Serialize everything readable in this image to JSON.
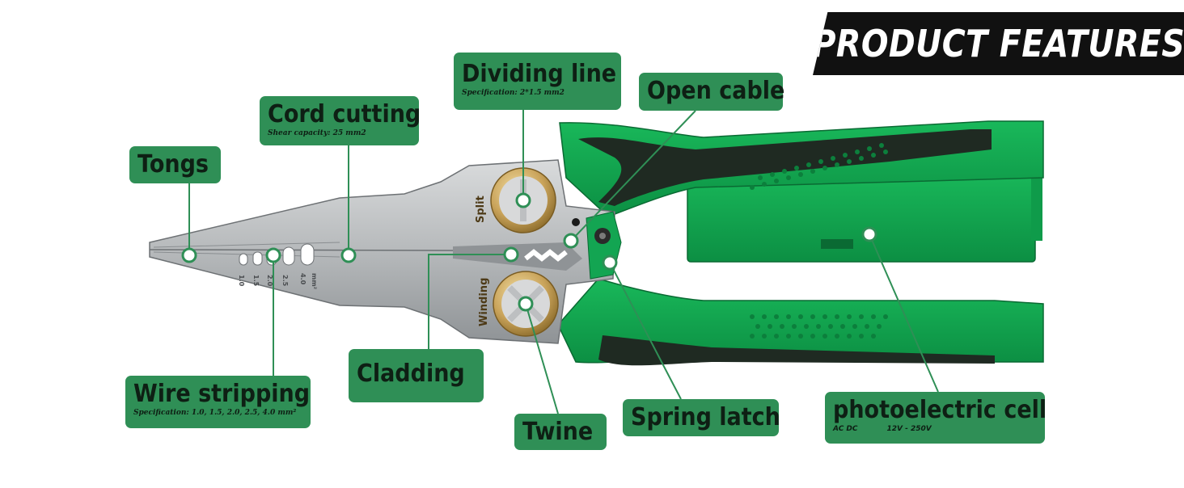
{
  "banner": {
    "text": "PRODUCT FEATURES"
  },
  "colors": {
    "accent_green": "#2f8f56",
    "handle_green": "#12a550",
    "handle_black": "#1f2a22",
    "steel": "#b9bcbf",
    "brass": "#c9a35a"
  },
  "labels": {
    "tongs": {
      "title": "Tongs"
    },
    "cord_cutting": {
      "title": "Cord cutting",
      "spec": "Shear capacity: 25 mm2"
    },
    "dividing_line": {
      "title": "Dividing line",
      "spec": "Specification: 2*1.5 mm2"
    },
    "open_cable": {
      "title": "Open cable"
    },
    "wire_stripping": {
      "title": "Wire stripping",
      "spec": "Specification: 1.0, 1.5, 2.0, 2.5, 4.0 mm²"
    },
    "cladding": {
      "title": "Cladding"
    },
    "twine": {
      "title": "Twine"
    },
    "spring_latch": {
      "title": "Spring latch"
    },
    "photoelectric_cell": {
      "title": "photoelectric cell",
      "spec_left": "AC DC",
      "spec_right": "12V - 250V"
    }
  },
  "tool_markings": {
    "split": "Split",
    "winding": "Winding",
    "gauges": [
      "1.0",
      "1.5",
      "2.0",
      "2.5",
      "4.0"
    ],
    "unit": "mm²"
  }
}
